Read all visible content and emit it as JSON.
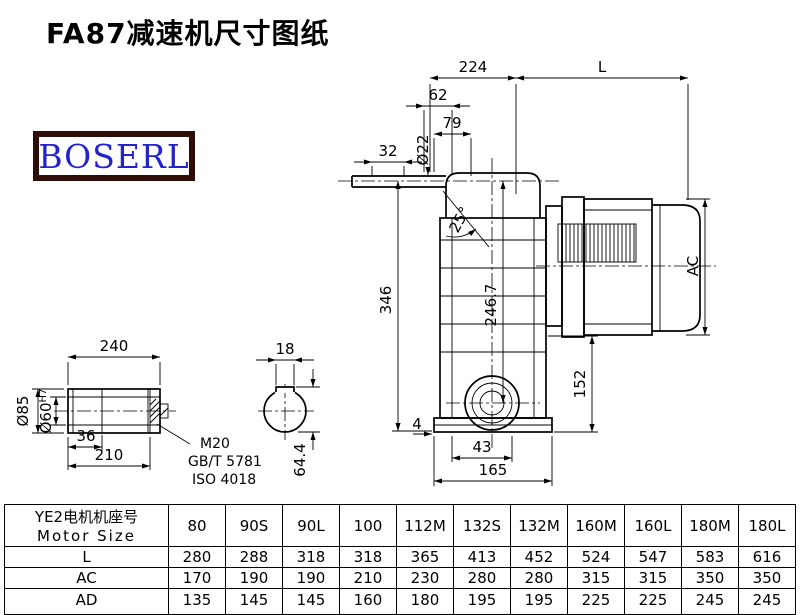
{
  "page": {
    "title": "FA87减速机尺寸图纸",
    "logo": "BOSERL"
  },
  "dims": {
    "top_224": "224",
    "top_L": "L",
    "d62": "62",
    "d79": "79",
    "d32": "32",
    "dia22": "Ø22",
    "angle25": "25°",
    "d346": "346",
    "d246_7": "246.7",
    "ac": "AC",
    "d152": "152",
    "d4": "4",
    "d43": "43",
    "d165": "165",
    "d18": "18",
    "d64_4": "64.4",
    "d240": "240",
    "dia85": "Ø85",
    "dia60": "Ø60",
    "dia60_sup": "H7",
    "d36": "36",
    "d210": "210",
    "note_m20": "M20",
    "note_gbt": "GB/T 5781",
    "note_iso": "ISO 4018"
  },
  "table": {
    "header_cn": "YE2电机机座号",
    "header_en": "Motor Size",
    "columns": [
      "80",
      "90S",
      "90L",
      "100",
      "112M",
      "132S",
      "132M",
      "160M",
      "160L",
      "180M",
      "180L"
    ],
    "rows": [
      {
        "label": "L",
        "values": [
          "280",
          "288",
          "318",
          "318",
          "365",
          "413",
          "452",
          "524",
          "547",
          "583",
          "616"
        ]
      },
      {
        "label": "AC",
        "values": [
          "170",
          "190",
          "190",
          "210",
          "230",
          "280",
          "280",
          "315",
          "315",
          "350",
          "350"
        ]
      },
      {
        "label": "AD",
        "values": [
          "135",
          "145",
          "145",
          "160",
          "180",
          "195",
          "195",
          "225",
          "225",
          "245",
          "245"
        ]
      }
    ]
  }
}
